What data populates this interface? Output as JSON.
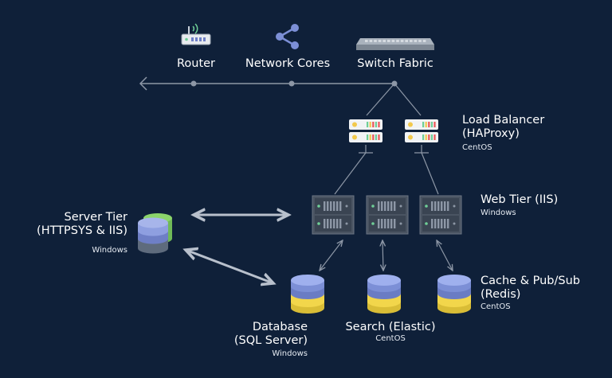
{
  "network": {
    "router": "Router",
    "network_cores": "Network Cores",
    "switch_fabric": "Switch Fabric"
  },
  "load_balancer": {
    "line1": "Load Balancer",
    "line2": "(HAProxy)",
    "os": "CentOS"
  },
  "web_tier": {
    "title": "Web Tier (IIS)",
    "os": "Windows"
  },
  "server_tier": {
    "line1": "Server Tier",
    "line2": "(HTTPSYS & IIS)",
    "os": "Windows"
  },
  "database": {
    "line1": "Database",
    "line2": "(SQL Server)",
    "os": "Windows"
  },
  "search": {
    "title": "Search (Elastic)",
    "os": "CentOS"
  },
  "cache": {
    "line1": "Cache & Pub/Sub",
    "line2": "(Redis)",
    "os": "CentOS"
  },
  "colors": {
    "background": "#0f2039",
    "line": "#8d97a6",
    "db_blue": "#7c8fd6",
    "db_yellow": "#f2d64b",
    "server_tier_green": "#8bd46a",
    "server_tier_blue": "#6e7fc6",
    "server_tier_slate": "#5e6b7d",
    "rack_dark": "#3a4452",
    "lb_body": "#f1f3f5",
    "led_yellow": "#f2c94c",
    "led_green": "#6fcf97",
    "led_red": "#eb5757"
  },
  "icons": {
    "router": "router-icon",
    "network_cores": "share-nodes-icon",
    "switch_fabric": "network-switch-icon",
    "load_balancer": "server-unit-icon",
    "web_tier": "server-rack-icon",
    "server_tier": "stacked-database-icon",
    "database": "database-icon"
  }
}
